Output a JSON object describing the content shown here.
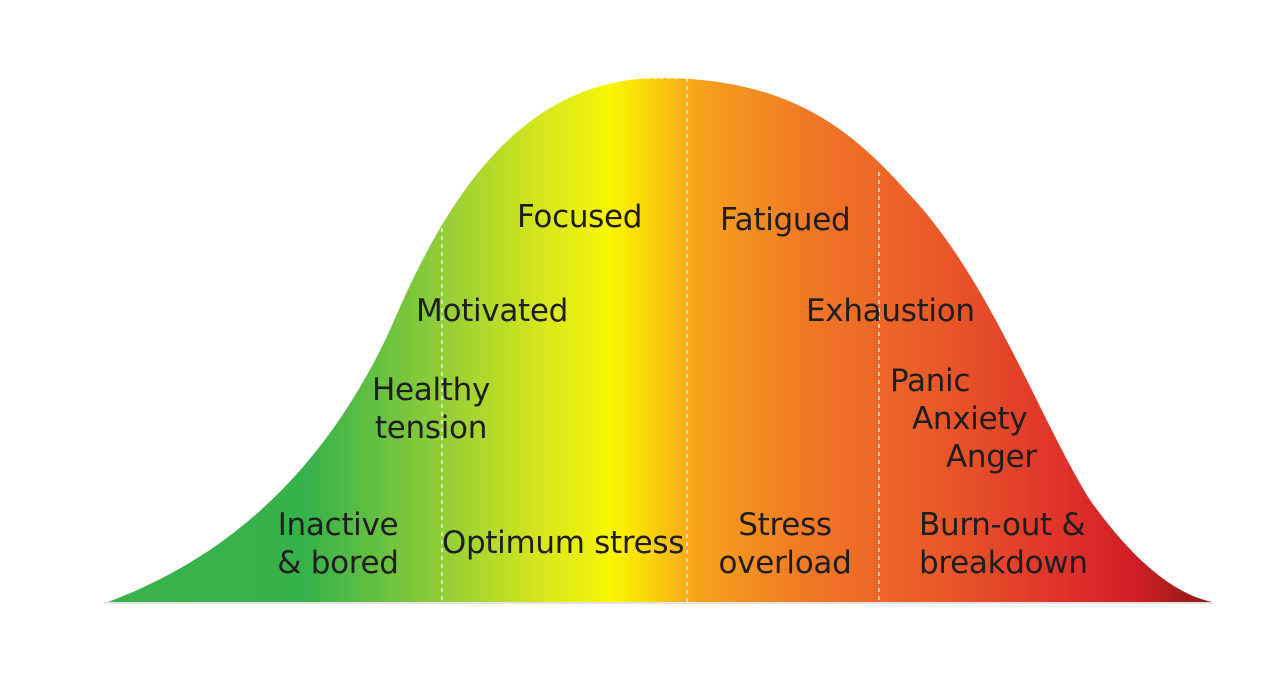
{
  "diagram": {
    "colors": {
      "green": "#36b24a",
      "yellow_green": "#a8d62a",
      "yellow": "#f7f200",
      "orange": "#f5841f",
      "red": "#d8242a",
      "dark_red": "#8c1a14"
    },
    "zones": [
      {
        "id": "inactive",
        "label": "Inactive\n& bored"
      },
      {
        "id": "optimum",
        "label": "Optimum stress"
      },
      {
        "id": "overload",
        "label": "Stress\noverload"
      },
      {
        "id": "burnout",
        "label": "Burn-out &\nbreakdown"
      }
    ],
    "states": {
      "healthy_tension": "Healthy\ntension",
      "motivated": "Motivated",
      "focused": "Focused",
      "fatigued": "Fatigued",
      "exhaustion": "Exhaustion",
      "panic": "Panic",
      "anxiety": "Anxiety",
      "anger": "Anger"
    }
  }
}
